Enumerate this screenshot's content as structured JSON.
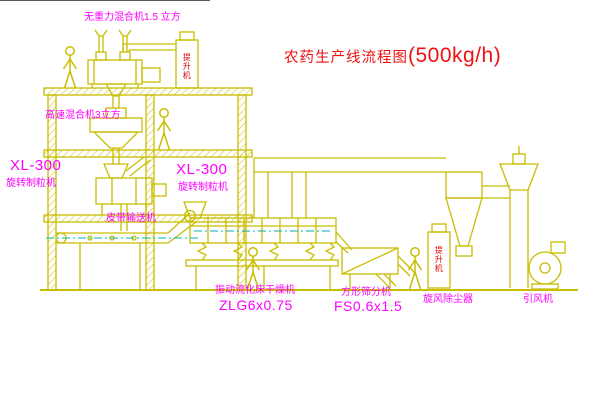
{
  "title": {
    "prefix": "农药生产线流程图",
    "capacity": "(500kg/h)"
  },
  "equipment_labels": {
    "gravity_mixer": "无重力混合机1.5 立方",
    "high_speed_mixer": "高速混合机3立方",
    "granulator_left": {
      "model": "XL-300",
      "name": "旋转制粒机"
    },
    "granulator_mid": {
      "model": "XL-300",
      "name": "旋转制粒机"
    },
    "belt_conveyor": "皮带输送机",
    "fluid_bed_dryer": {
      "name": "振动流化床干燥机",
      "model": "ZLG6x0.75"
    },
    "square_sifter": {
      "name": "方形筛分机",
      "model": "FS0.6x1.5"
    },
    "cyclone": "旋风除尘器",
    "induced_draft_fan": "引风机",
    "elevator_top": "提升机",
    "elevator_right": "提升机"
  },
  "colors": {
    "line": "#c9bd00",
    "label": "#ff00ff",
    "title": "#ee1111",
    "elevator_text": "#e00000",
    "centerline": "#00b4b4",
    "background": "#ffffff"
  }
}
